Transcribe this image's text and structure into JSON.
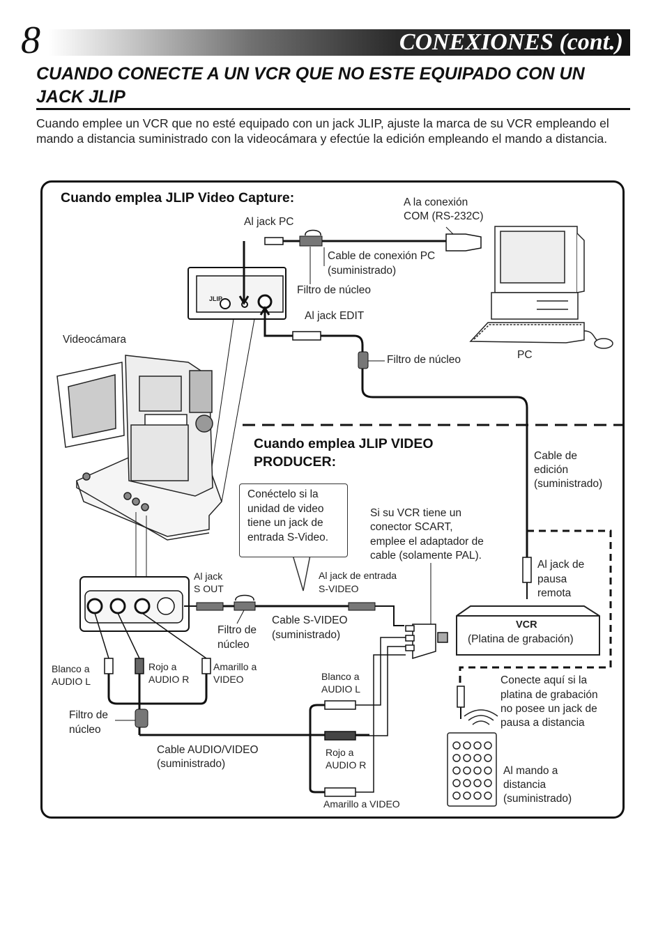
{
  "header": {
    "page_number": "8",
    "title": "CONEXIONES (cont.)"
  },
  "section": {
    "title": "CUANDO CONECTE A UN VCR QUE NO ESTE EQUIPADO CON UN JACK JLIP",
    "intro": "Cuando emplee un VCR que no esté equipado con un jack JLIP, ajuste la marca de su VCR empleando el mando a distancia suministrado con la videocámara y efectúe la edición empleando el mando a distancia."
  },
  "diagram": {
    "capture_heading": "Cuando emplea JLIP Video Capture:",
    "producer_heading_1": "Cuando emplea JLIP VIDEO",
    "producer_heading_2": "PRODUCER:",
    "labels": {
      "com_conn_1": "A la conexión",
      "com_conn_2": "COM (RS-232C)",
      "al_jack_pc": "Al jack PC",
      "pc_cable_1": "Cable de conexión PC",
      "pc_cable_2": "(suministrado)",
      "filtro_top": "Filtro de núcleo",
      "al_jack_edit": "Al jack EDIT",
      "videocamara": "Videocámara",
      "filtro_edit": "Filtro de núcleo",
      "pc": "PC",
      "jlip_mark": "JLIP",
      "edit_cable_1": "Cable de",
      "edit_cable_2": "edición",
      "edit_cable_3": "(suministrado)",
      "callout_1": "Conéctelo si la",
      "callout_2": "unidad de video",
      "callout_3": "tiene un jack de",
      "callout_4": "entrada S-Video.",
      "scart_1": "Si su VCR tiene un",
      "scart_2": "conector SCART,",
      "scart_3": "emplee el adaptador de",
      "scart_4": "cable (solamente PAL).",
      "pausa_1": "Al jack de",
      "pausa_2": "pausa",
      "pausa_3": "remota",
      "sout_1": "Al jack",
      "sout_2": "S OUT",
      "svideo_in_1": "Al jack de entrada",
      "svideo_in_2": "S-VIDEO",
      "filtro_sv_1": "Filtro de",
      "filtro_sv_2": "núcleo",
      "svideo_cable_1": "Cable S-VIDEO",
      "svideo_cable_2": "(suministrado)",
      "vcr_title": "VCR",
      "vcr_sub": "(Platina de grabación)",
      "blanco_l_1": "Blanco a",
      "blanco_l_2": "AUDIO L",
      "rojo_l_1": "Rojo a",
      "rojo_l_2": "AUDIO R",
      "amarillo_l_1": "Amarillo a",
      "amarillo_l_2": "VIDEO",
      "blanco_r_1": "Blanco a",
      "blanco_r_2": "AUDIO L",
      "conecte_1": "Conecte aquí si la",
      "conecte_2": "platina de grabación",
      "conecte_3": "no posee un jack de",
      "conecte_4": "pausa a distancia",
      "filtro_av_1": "Filtro de",
      "filtro_av_2": "núcleo",
      "av_cable_1": "Cable AUDIO/VIDEO",
      "av_cable_2": "(suministrado)",
      "rojo_r_1": "Rojo a",
      "rojo_r_2": "AUDIO R",
      "mando_1": "Al mando a",
      "mando_2": "distancia",
      "mando_3": "(suministrado)",
      "amarillo_r": "Amarillo a VIDEO"
    }
  }
}
